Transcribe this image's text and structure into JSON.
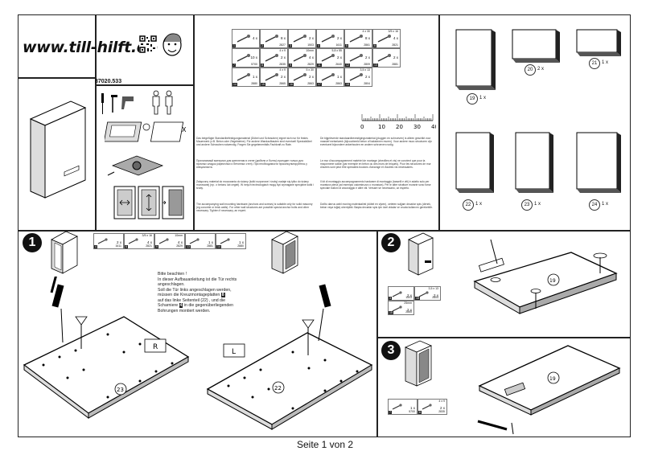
{
  "brand": {
    "website": "www.till-hilft.de"
  },
  "article_number": "87020.533",
  "ruler": {
    "ticks": [
      "0",
      "10",
      "20",
      "30",
      "40"
    ]
  },
  "parts_header": [
    {
      "id": "1",
      "count": "4 x"
    },
    {
      "id": "2",
      "count": "8 x",
      "code": "2827"
    },
    {
      "id": "3",
      "count": "2 x",
      "code": "1503"
    },
    {
      "id": "4",
      "count": "2 x",
      "code": "1611"
    },
    {
      "id": "5",
      "count": "8 x",
      "code": "2861",
      "size": "4 x 30"
    },
    {
      "id": "6",
      "count": "4 x",
      "code": "2821",
      "size": "3/5 x 16"
    },
    {
      "id": "7",
      "count": "10 x",
      "code": "5700"
    },
    {
      "id": "8",
      "count": "2 x",
      "code": "2835",
      "size": "4 x 9"
    },
    {
      "id": "9",
      "count": "4 x",
      "code": "2829",
      "size": "10mm"
    },
    {
      "id": "11",
      "count": "2 x",
      "code": "2640",
      "size": "5,8 x 55"
    },
    {
      "id": "12",
      "count": "2 x",
      "code": "2809"
    },
    {
      "id": "13",
      "count": "2 x",
      "code": "2881"
    },
    {
      "id": "14",
      "count": "1 x",
      "code": "2880"
    },
    {
      "id": "15",
      "count": "2 x",
      "code": "2865",
      "size": "4 x 9"
    },
    {
      "id": "16",
      "count": "2 x",
      "code": "2863",
      "size": "5 x 30"
    },
    {
      "id": "17",
      "count": "1 x",
      "code": "2863"
    },
    {
      "id": "18",
      "count": "2 x",
      "code": "2804",
      "size": "3,5 x 13"
    }
  ],
  "panels": [
    {
      "id": "19",
      "qty": "1 x"
    },
    {
      "id": "20",
      "qty": "2 x"
    },
    {
      "id": "21",
      "qty": "1 x"
    },
    {
      "id": "22",
      "qty": "1 x"
    },
    {
      "id": "23",
      "qty": "1 x"
    },
    {
      "id": "24",
      "qty": "1 x"
    }
  ],
  "wall_texts": [
    "Das beigefügte Standardbefestigungsmaterial (Dübel und Schrauben) eignet sich nur für festes Mauerwerk (z.B. Beton oder Ziegelsteine). Für andere Wandaufbauten sind eventuell Spezialdübel und andere Schrauben notwendig. Fragen Sie gegebenenfalls Fachkraft zu Rate.",
    "De bijgeleverde standaardbevestigingsmaterial (pluggen en schroeven) is alleen geschikt voor massief metselwerk (bijvoorbeeld beton of bakstenen muren). Voor andere muur-structuren zijn eventueel bijzondere ankerbouten en andere schroeven nodig.",
    "Прилагаемый материал для крепления в стене (дюбели и болты) пригоден только для прочных кладок (кирпичных и бетонных стен). При необходимости проконсультируйтесь у специалиста.",
    "Le mur d'accompagnement matériel de montage (chevilles et vis) ne convient que pour la maçonnerie solide (par exemple en béton ou des murs de briques). Pour les structures de mur d'autres sont peut être spéciales boulons d'ancrage et d'autres vis nécessaires.",
    "Załączony materiał do mocowania do ściany (kołki rozporowe i śruby) nadaje się tylko do ściany murowanej (np.: z betonu lub cegieł). W innych technologiach mogą być wymagane specjalne kołki i śruby.",
    "Il kit di montaggio accompagnamento hardware di montaggio (tasselli e viti) è adatto solo per muratura piena (ad esempio calcestruzzo o muratura). Per le altre strutture murarie sono forse speciale bulloni di ancoraggio e altre viti. Versare se necessario, un esperto.",
    "The accompanying wall mounting hardware (anchors and screws) is suitable only for solid masonry (eg concrete or brick walls). For other wall structures are possible special anchor bolts and other necessary. Tighten if necessary, an expert.",
    "Dotīto darrus wahl moning materiaalinti (dübel en vijzen), oeteten suljjam decarlar spis (dirnek, beton veya tuğla) uberriplikt. Başka decarlar spis için özel vidalar ve cıvata kullanımı gerekebilir."
  ],
  "step1": {
    "number": "1",
    "parts": [
      {
        "id": "4",
        "count": "2 x",
        "code": "1611"
      },
      {
        "id": "6",
        "count": "4 x",
        "code": "2821",
        "size": "3/5 x 16"
      },
      {
        "id": "9",
        "count": "4 x",
        "code": "2829",
        "size": "10mm"
      },
      {
        "id": "13",
        "count": "1 x",
        "code": "2881"
      },
      {
        "id": "14",
        "count": "1 x",
        "code": "2880"
      }
    ],
    "note": [
      "Bitte beachten !",
      "In dieser Aufbauanleitung ist die Tür rechts",
      "angeschlagen.",
      "Soll die Tür links angeschlagen werden,",
      "müssen die Kreuzmontageplatten",
      "auf das linke Seitenteil",
      "und die",
      "Scharniere",
      "in die gegenüberliegenden",
      "Bohrungen montiert werden."
    ],
    "note_refs": [
      "8",
      "22",
      "4"
    ],
    "labels": {
      "right": "R",
      "left": "L",
      "panel_a": "23",
      "panel_b": "22"
    }
  },
  "step2": {
    "number": "2",
    "parts": [
      {
        "id": "3",
        "count": "2 x",
        "code": "1503"
      },
      {
        "id": "18",
        "count": "2 x",
        "code": "2804",
        "size": "3,5 x 13"
      },
      {
        "id": "15",
        "count": "2 x",
        "code": "2865",
        "size": "25mm"
      }
    ],
    "panel": "19"
  },
  "step3": {
    "number": "3",
    "parts": [
      {
        "id": "7",
        "count": "1 x",
        "code": "5700"
      },
      {
        "id": "8",
        "count": "2 x",
        "code": "2835",
        "size": "4 x 9"
      }
    ],
    "panel": "19"
  },
  "footer": "Seite 1 von 2"
}
